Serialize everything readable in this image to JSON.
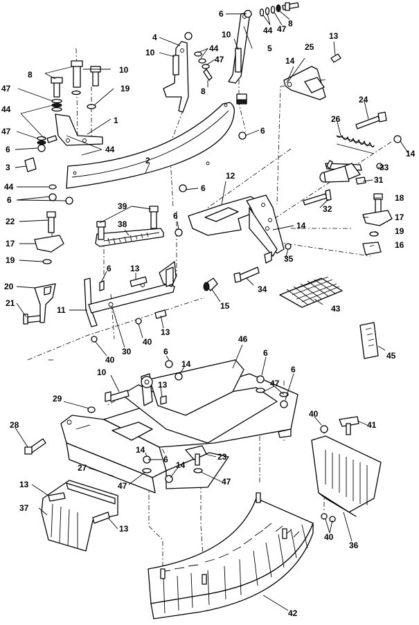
{
  "diagram": {
    "callouts": {
      "c_6_top": "6",
      "c_44_top": "44",
      "c_47_top": "47",
      "c_8_top": "8",
      "c_4": "4",
      "c_10_a": "10",
      "c_5": "5",
      "c_44_b": "44",
      "c_47_b": "47",
      "c_8_b": "8",
      "c_10_b": "10",
      "c_13_a": "13",
      "c_25": "25",
      "c_14_a": "14",
      "c_8_c": "8",
      "c_10_c": "10",
      "c_47_c": "47",
      "c_19_a": "19",
      "c_44_c": "44",
      "c_1": "1",
      "c_47_d": "47",
      "c_6_b": "6",
      "c_44_d": "44",
      "c_24": "24",
      "c_26": "26",
      "c_14_b": "14",
      "c_6_c": "6",
      "c_3": "3",
      "c_2": "2",
      "c_33": "33",
      "c_31": "31",
      "c_44_e": "44",
      "c_6_d": "6",
      "c_6_e": "6",
      "c_12": "12",
      "c_18": "18",
      "c_32": "32",
      "c_17_a": "17",
      "c_39": "39",
      "c_22": "22",
      "c_38": "38",
      "c_6_f": "6",
      "c_14_c": "14",
      "c_19_b": "19",
      "c_16": "16",
      "c_17_b": "17",
      "c_35": "35",
      "c_19_c": "19",
      "c_6_g": "6",
      "c_13_b": "13",
      "c_20": "20",
      "c_34": "34",
      "c_15": "15",
      "c_43": "43",
      "c_11": "11",
      "c_21": "21",
      "c_13_c": "13",
      "c_40_a": "40",
      "c_30": "30",
      "c_40_b": "40",
      "c_45": "45",
      "c_46": "46",
      "c_6_h": "6",
      "c_14_d": "14",
      "c_6_i": "6",
      "c_10_d": "10",
      "c_13_d": "13",
      "c_6_j": "6",
      "c_47_e": "47",
      "c_29": "29",
      "c_40_c": "40",
      "c_41": "41",
      "c_28": "28",
      "c_23": "23",
      "c_14_e": "14",
      "c_6_k": "6",
      "c_27": "27",
      "c_14_f": "14",
      "c_47_f": "47",
      "c_47_g": "47",
      "c_13_e": "13",
      "c_37": "37",
      "c_13_f": "13",
      "c_36": "36",
      "c_40_d": "40",
      "c_42": "42"
    }
  }
}
